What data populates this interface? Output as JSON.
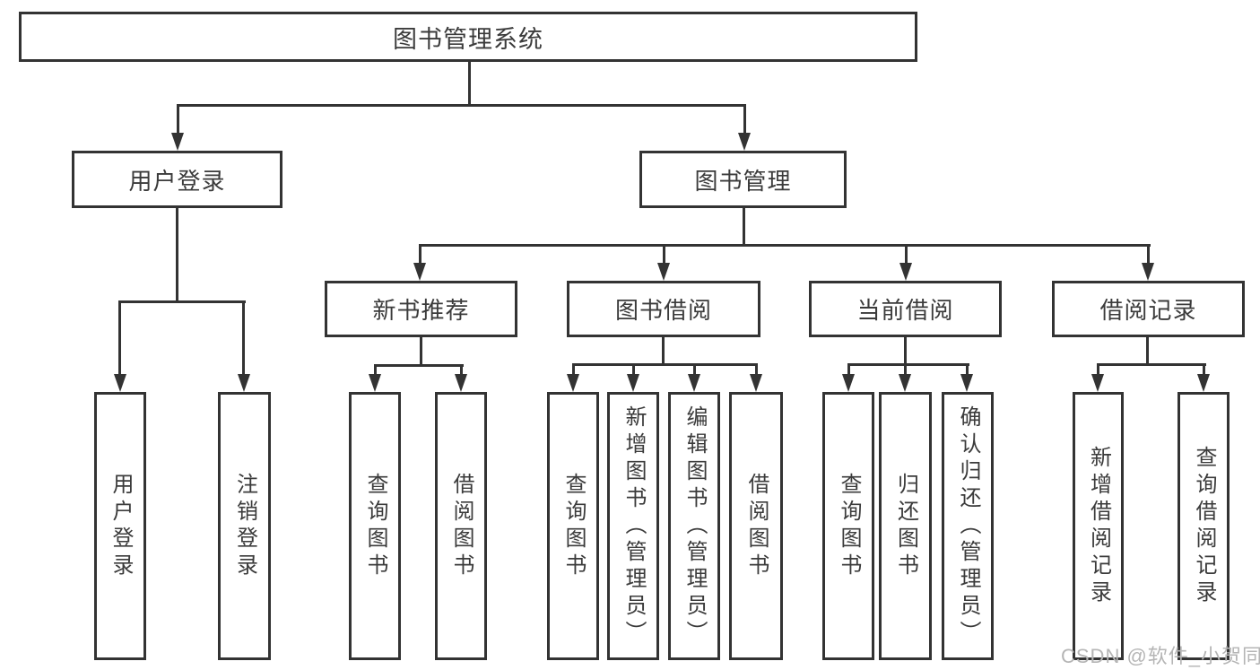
{
  "tree": {
    "root": {
      "label": "图书管理系统"
    },
    "branches": [
      {
        "label": "用户登录",
        "children": [
          {
            "label": "用户登录"
          },
          {
            "label": "注销登录"
          }
        ]
      },
      {
        "label": "图书管理",
        "groups": [
          {
            "label": "新书推荐",
            "children": [
              {
                "label": "查询图书"
              },
              {
                "label": "借阅图书"
              }
            ]
          },
          {
            "label": "图书借阅",
            "children": [
              {
                "label": "查询图书"
              },
              {
                "label": "新增图书（管理员）"
              },
              {
                "label": "编辑图书（管理员）"
              },
              {
                "label": "借阅图书"
              }
            ]
          },
          {
            "label": "当前借阅",
            "children": [
              {
                "label": "查询图书"
              },
              {
                "label": "归还图书"
              },
              {
                "label": "确认归还（管理员）"
              }
            ]
          },
          {
            "label": "借阅记录",
            "children": [
              {
                "label": "新增借阅记录"
              },
              {
                "label": "查询借阅记录"
              }
            ]
          }
        ]
      }
    ]
  },
  "watermark": {
    "text": "CSDN @软件_小贺同学",
    "color": "#b5b5b5"
  },
  "colors": {
    "line": "#333333",
    "text": "#3b3b3b",
    "background": "#ffffff"
  }
}
